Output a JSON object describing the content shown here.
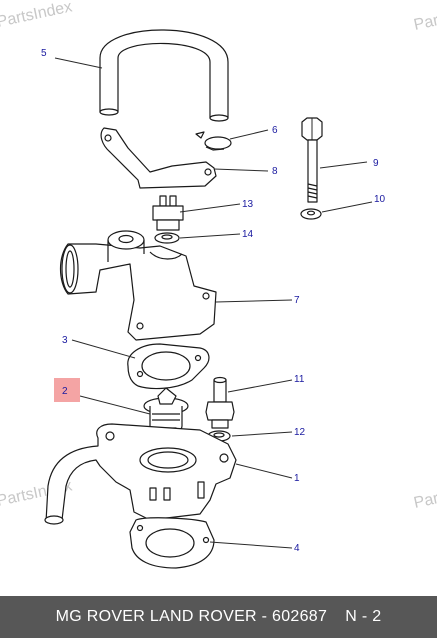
{
  "diagram": {
    "watermarks": [
      "PartsIndex",
      "PartsIndex",
      "PartsIndex",
      "PartsIndex"
    ],
    "callouts": [
      {
        "label": "5"
      },
      {
        "label": "6"
      },
      {
        "label": "8"
      },
      {
        "label": "9"
      },
      {
        "label": "13"
      },
      {
        "label": "10"
      },
      {
        "label": "14"
      },
      {
        "label": "7"
      },
      {
        "label": "3"
      },
      {
        "label": "2",
        "highlighted": true
      },
      {
        "label": "11"
      },
      {
        "label": "12"
      },
      {
        "label": "1"
      },
      {
        "label": "4"
      }
    ],
    "highlight_color": "#f4a4a4",
    "callout_color": "#1a1aa0"
  },
  "footer": {
    "brand": "MG ROVER LAND ROVER - 602687",
    "section": "N - 2"
  }
}
